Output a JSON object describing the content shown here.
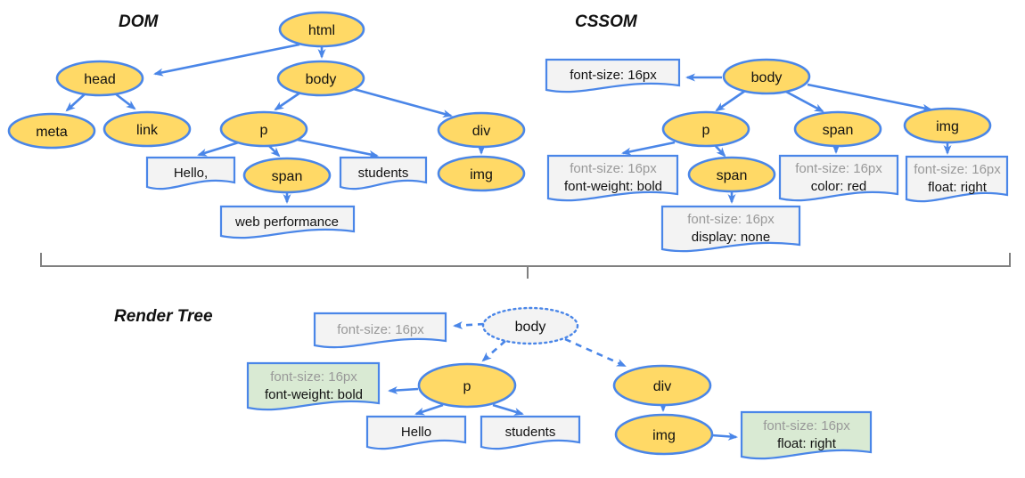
{
  "titles": {
    "dom": "DOM",
    "cssom": "CSSOM",
    "render_tree": "Render Tree"
  },
  "dom": {
    "nodes": {
      "html": "html",
      "head": "head",
      "body": "body",
      "meta": "meta",
      "link": "link",
      "p": "p",
      "span": "span",
      "div": "div",
      "img": "img"
    },
    "text_nodes": {
      "hello": "Hello,",
      "students": "students",
      "web_performance": "web performance"
    }
  },
  "cssom": {
    "nodes": {
      "body": "body",
      "p": "p",
      "span": "span",
      "img": "img",
      "span_nested": "span"
    },
    "rules": {
      "body": "font-size: 16px",
      "p": {
        "line1": "font-size: 16px",
        "line2": "font-weight: bold"
      },
      "span": {
        "line1": "font-size: 16px",
        "line2": "color: red"
      },
      "img": {
        "line1": "font-size: 16px",
        "line2": "float: right"
      },
      "span_nested": {
        "line1": "font-size: 16px",
        "line2": "display: none"
      }
    }
  },
  "render_tree": {
    "nodes": {
      "body": "body",
      "p": "p",
      "div": "div",
      "img": "img"
    },
    "text_nodes": {
      "hello": "Hello",
      "students": "students"
    },
    "rules": {
      "body": "font-size: 16px",
      "p": {
        "line1": "font-size: 16px",
        "line2": "font-weight: bold"
      },
      "img": {
        "line1": "font-size: 16px",
        "line2": "float: right"
      }
    }
  },
  "colors": {
    "node_fill": "#ffd966",
    "node_stroke": "#4a86e8",
    "arrow": "#4a86e8",
    "doc_fill": "#f3f3f3",
    "doc_matched_fill": "#d9ead3",
    "render_root_fill": "#f3f3f3",
    "muted_text": "#999999",
    "text": "#111111",
    "divider": "#808080"
  }
}
